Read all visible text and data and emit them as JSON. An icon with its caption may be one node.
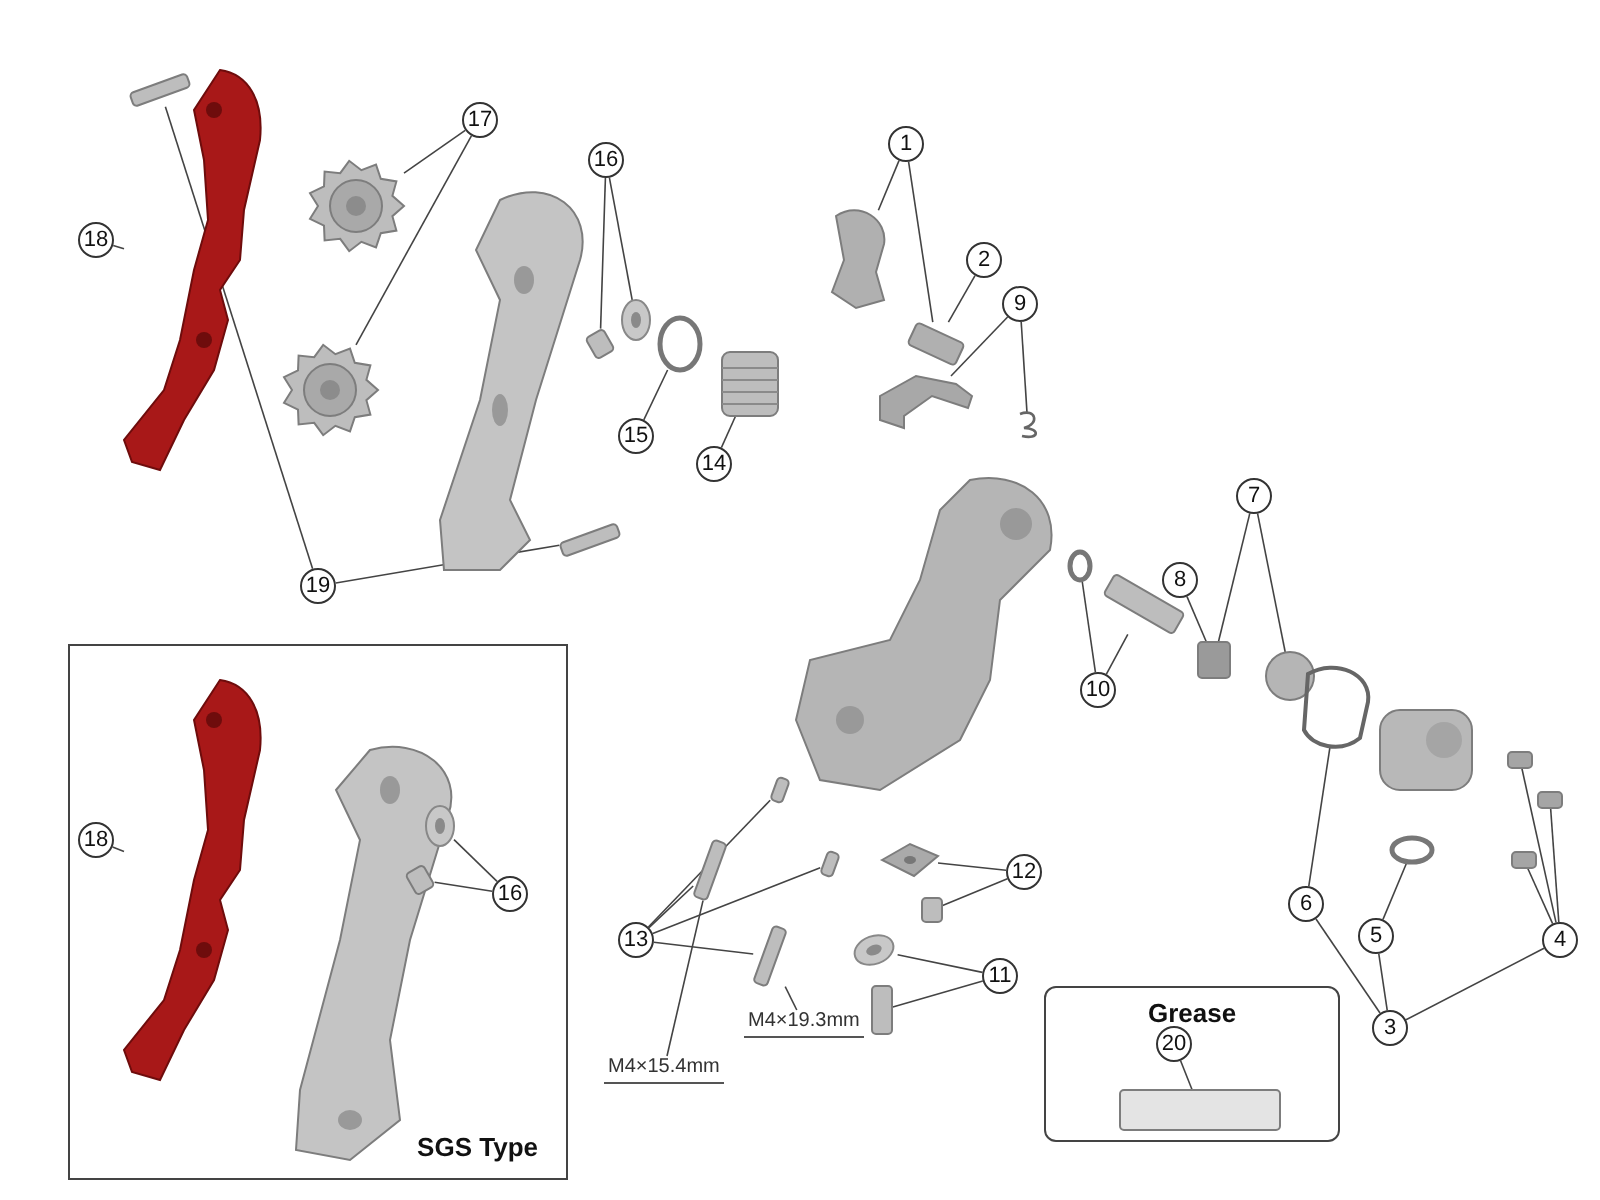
{
  "diagram": {
    "nodes": [
      {
        "text": [
          "17"
        ]
      },
      {
        "text": [],
        "shape": "picture"
      },
      {
        "text": [],
        "shape": "picture"
      },
      {
        "text": [
          "16"
        ]
      },
      {
        "text": [],
        "shape": "box"
      },
      {
        "text": [],
        "shape": "picture"
      },
      {
        "text": [
          "1"
        ]
      },
      {
        "text": [],
        "shape": "picture"
      },
      {
        "text": [
          "2"
        ]
      },
      {
        "text": [],
        "shape": "box"
      },
      {
        "text": [
          "9"
        ]
      },
      {
        "text": [],
        "shape": "picture"
      },
      {
        "text": [],
        "shape": "picture"
      },
      {
        "text": [
          "18"
        ]
      },
      {
        "text": [],
        "shape": "picture"
      },
      {
        "text": [
          "15"
        ]
      },
      {
        "text": [],
        "shape": "circle"
      },
      {
        "text": [
          "14"
        ]
      },
      {
        "text": [],
        "shape": "picture"
      },
      {
        "text": [
          "19"
        ]
      },
      {
        "text": [],
        "shape": "box"
      },
      {
        "text": [],
        "shape": "box"
      },
      {
        "text": [
          "7"
        ]
      },
      {
        "text": [],
        "shape": "circle"
      },
      {
        "text": [
          "8"
        ]
      },
      {
        "text": [],
        "shape": "box"
      },
      {
        "text": [
          "10"
        ]
      },
      {
        "text": [],
        "shape": "box"
      },
      {
        "text": [],
        "shape": "circle"
      },
      {
        "text": [
          "13"
        ]
      },
      {
        "text": [],
        "shape": "box"
      },
      {
        "text": [],
        "shape": "box"
      },
      {
        "text": [],
        "shape": "box"
      },
      {
        "text": [],
        "shape": "box"
      },
      {
        "text": [
          "12"
        ]
      },
      {
        "text": [],
        "shape": "picture"
      },
      {
        "text": [],
        "shape": "box"
      },
      {
        "text": [
          "11"
        ]
      },
      {
        "text": [],
        "shape": "picture"
      },
      {
        "text": [],
        "shape": "box"
      },
      {
        "text": [
          "M4×19.3mm"
        ]
      },
      {
        "text": [
          "M4×15.4mm"
        ]
      },
      {
        "text": [
          "6"
        ]
      },
      {
        "text": [],
        "shape": "picture"
      },
      {
        "text": [
          "5"
        ]
      },
      {
        "text": [],
        "shape": "circle"
      },
      {
        "text": [
          "3"
        ]
      },
      {
        "text": [
          "4"
        ]
      },
      {
        "text": [],
        "shape": "box"
      },
      {
        "text": [],
        "shape": "box"
      },
      {
        "text": [],
        "shape": "box"
      },
      {
        "text": [
          "SGS Type"
        ]
      },
      {
        "text": [
          "18"
        ],
        "in": 51
      },
      {
        "text": [],
        "shape": "picture",
        "in": 51
      },
      {
        "text": [
          "16"
        ],
        "in": 51
      },
      {
        "text": [],
        "shape": "picture",
        "in": 51
      },
      {
        "text": [],
        "shape": "box",
        "in": 51
      },
      {
        "text": [
          "Grease"
        ]
      },
      {
        "text": [
          "20"
        ],
        "in": 57
      },
      {
        "text": [],
        "shape": "box",
        "in": 57
      }
    ],
    "edges": [
      {
        "from": 0,
        "to": 1,
        "arrow": "none"
      },
      {
        "from": 0,
        "to": 2,
        "arrow": "none"
      },
      {
        "from": 3,
        "to": 4,
        "arrow": "none"
      },
      {
        "from": 3,
        "to": 5,
        "arrow": "none"
      },
      {
        "from": 6,
        "to": 7,
        "arrow": "none"
      },
      {
        "from": 6,
        "to": 9,
        "arrow": "none"
      },
      {
        "from": 8,
        "to": 9,
        "arrow": "none"
      },
      {
        "from": 10,
        "to": 11,
        "arrow": "none"
      },
      {
        "from": 10,
        "to": 12,
        "arrow": "none"
      },
      {
        "from": 13,
        "to": 14,
        "arrow": "none"
      },
      {
        "from": 15,
        "to": 16,
        "arrow": "none"
      },
      {
        "from": 17,
        "to": 18,
        "arrow": "none"
      },
      {
        "from": 19,
        "to": 20,
        "arrow": "none"
      },
      {
        "from": 19,
        "to": 21,
        "arrow": "none"
      },
      {
        "from": 22,
        "to": 23,
        "arrow": "none"
      },
      {
        "from": 22,
        "to": 25,
        "arrow": "none"
      },
      {
        "from": 24,
        "to": 25,
        "arrow": "none"
      },
      {
        "from": 26,
        "to": 27,
        "arrow": "none"
      },
      {
        "from": 26,
        "to": 28,
        "arrow": "none"
      },
      {
        "from": 29,
        "to": 30,
        "arrow": "none"
      },
      {
        "from": 29,
        "to": 31,
        "arrow": "none"
      },
      {
        "from": 29,
        "to": 32,
        "arrow": "none"
      },
      {
        "from": 29,
        "to": 33,
        "arrow": "none"
      },
      {
        "from": 34,
        "to": 35,
        "arrow": "none"
      },
      {
        "from": 34,
        "to": 36,
        "arrow": "none"
      },
      {
        "from": 37,
        "to": 38,
        "arrow": "none"
      },
      {
        "from": 37,
        "to": 39,
        "arrow": "none"
      },
      {
        "from": 40,
        "to": 33,
        "arrow": "none"
      },
      {
        "from": 41,
        "to": 31,
        "arrow": "none"
      },
      {
        "from": 42,
        "to": 43,
        "arrow": "none"
      },
      {
        "from": 44,
        "to": 45,
        "arrow": "none"
      },
      {
        "from": 46,
        "to": 42,
        "arrow": "none"
      },
      {
        "from": 46,
        "to": 44,
        "arrow": "none"
      },
      {
        "from": 46,
        "to": 47,
        "arrow": "none"
      },
      {
        "from": 47,
        "to": 48,
        "arrow": "none"
      },
      {
        "from": 47,
        "to": 49,
        "arrow": "none"
      },
      {
        "from": 47,
        "to": 50,
        "arrow": "none"
      },
      {
        "from": 52,
        "to": 53,
        "arrow": "none"
      },
      {
        "from": 54,
        "to": 55,
        "arrow": "none"
      },
      {
        "from": 54,
        "to": 56,
        "arrow": "none"
      },
      {
        "from": 58,
        "to": 59,
        "arrow": "none"
      }
    ]
  }
}
